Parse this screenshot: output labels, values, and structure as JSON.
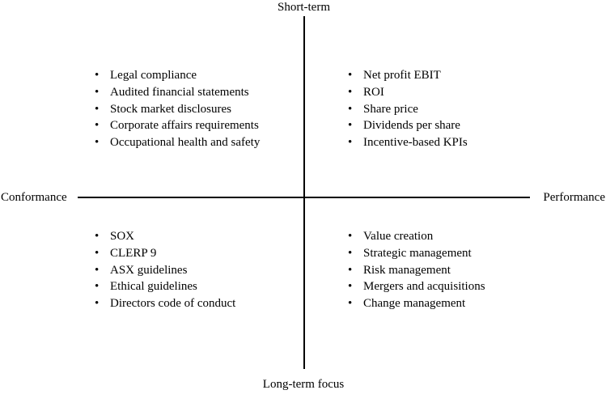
{
  "axes": {
    "top": "Short-term",
    "bottom": "Long-term focus",
    "left": "Conformance",
    "right": "Performance"
  },
  "quadrants": {
    "top_left": [
      "Legal compliance",
      "Audited financial statements",
      "Stock market disclosures",
      "Corporate affairs requirements",
      "Occupational health and safety"
    ],
    "top_right": [
      "Net profit EBIT",
      "ROI",
      "Share price",
      "Dividends per share",
      "Incentive-based KPIs"
    ],
    "bottom_left": [
      "SOX",
      "CLERP 9",
      "ASX guidelines",
      "Ethical guidelines",
      "Directors code of conduct"
    ],
    "bottom_right": [
      "Value creation",
      "Strategic management",
      "Risk management",
      "Mergers and acquisitions",
      "Change management"
    ]
  },
  "bullet_glyph": "•"
}
